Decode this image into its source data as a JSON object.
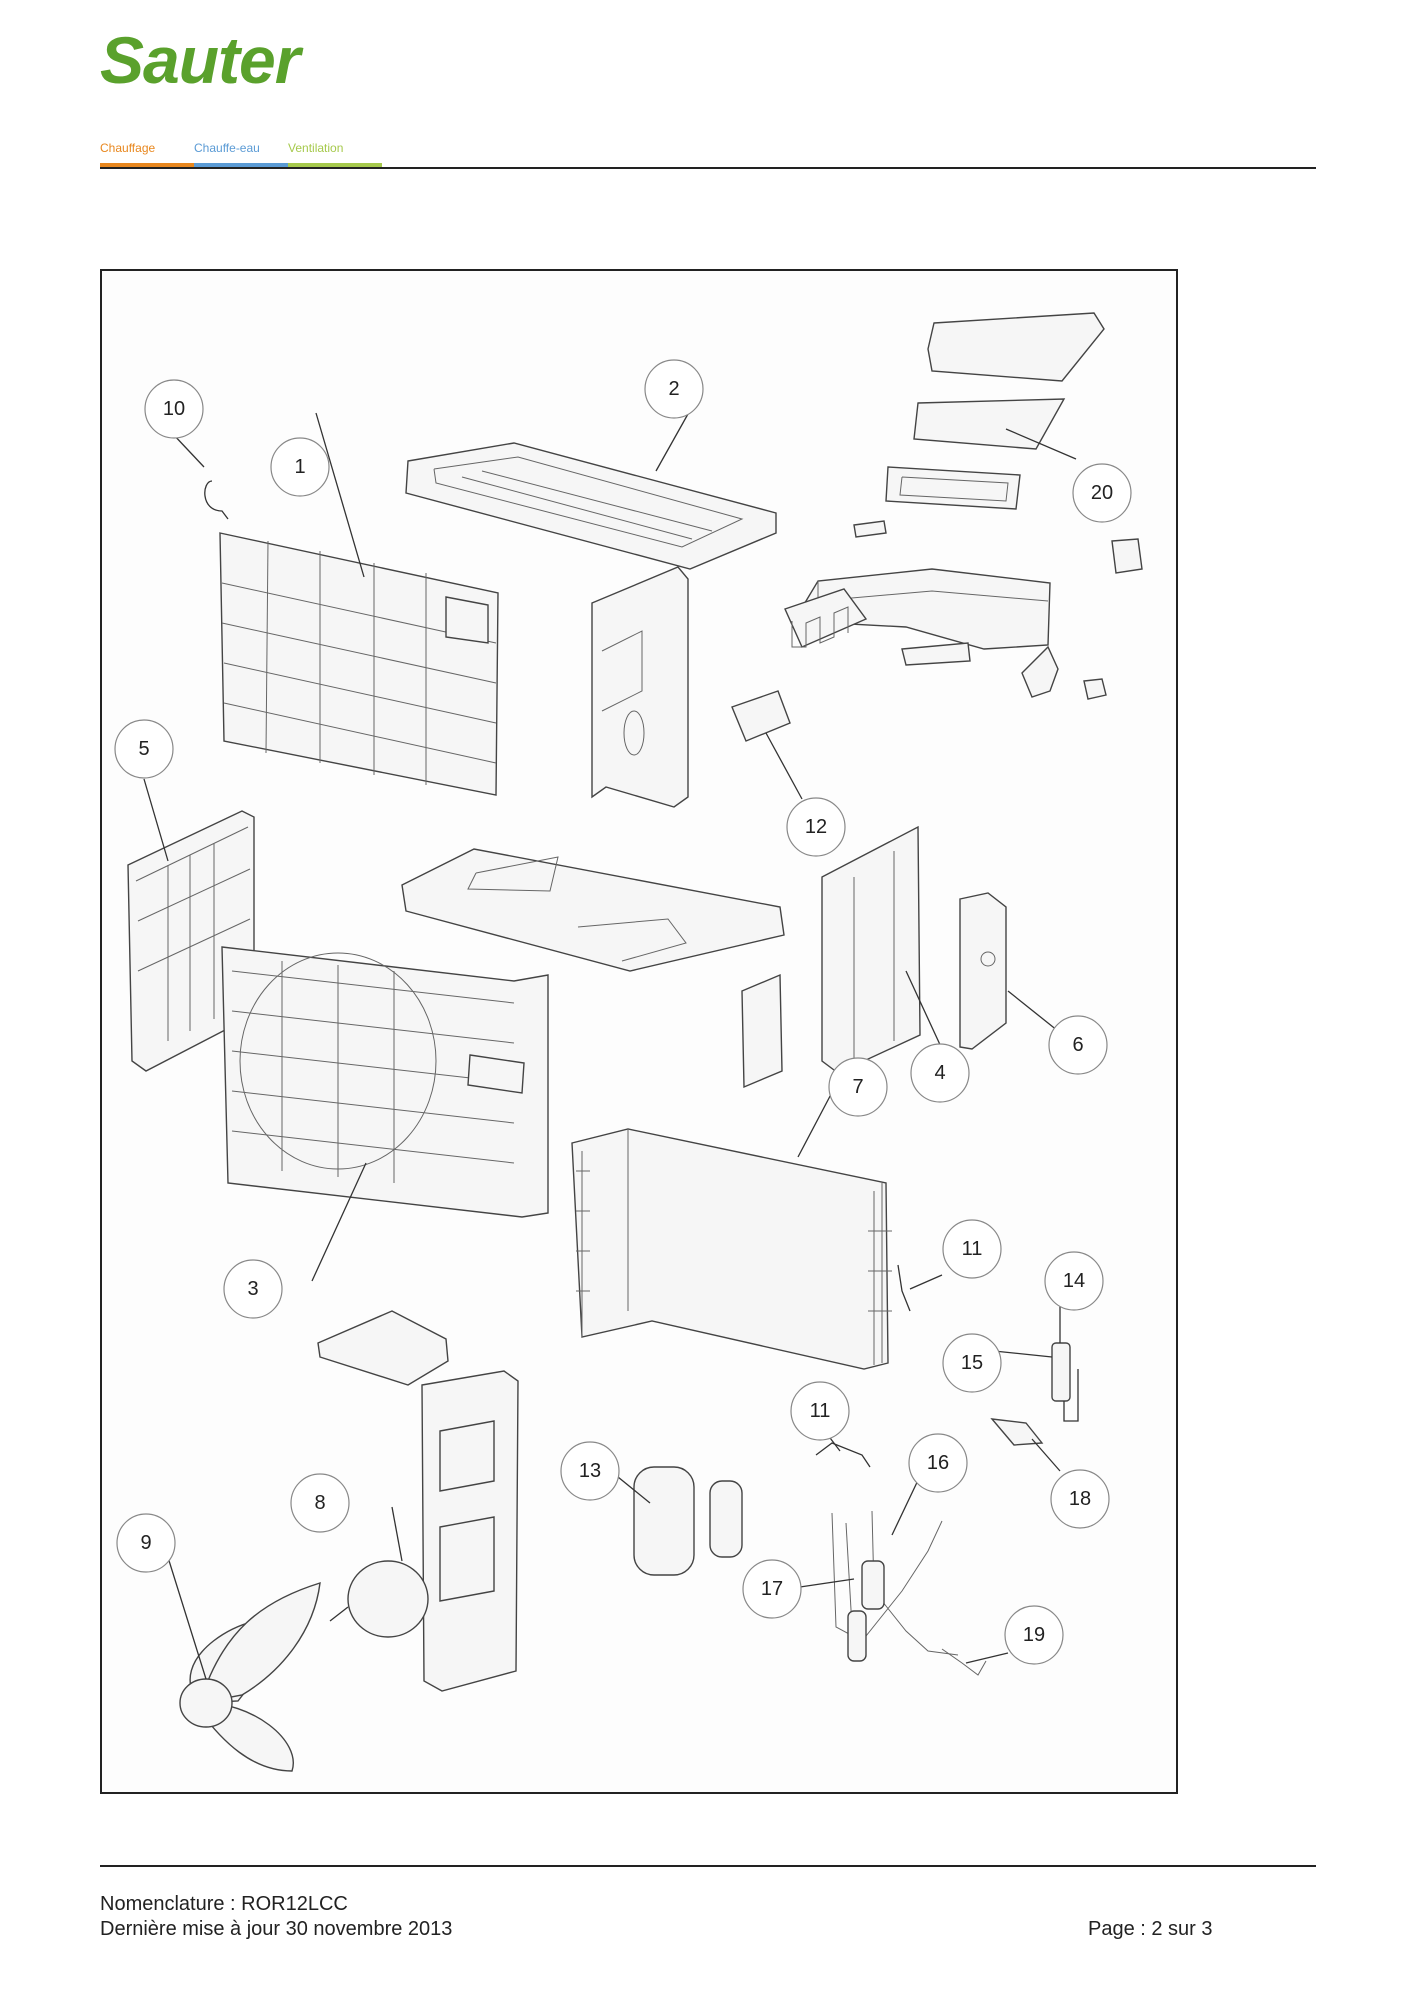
{
  "header": {
    "logo_text": "Sauter",
    "brand_color": "#5aa12c",
    "categories": [
      {
        "label": "Chauffage",
        "color": "#e8871e"
      },
      {
        "label": "Chauffe-eau",
        "color": "#5b9bd5"
      },
      {
        "label": "Ventilation",
        "color": "#a6c94c"
      }
    ]
  },
  "diagram": {
    "callouts": [
      "1",
      "2",
      "3",
      "4",
      "5",
      "6",
      "7",
      "8",
      "9",
      "10",
      "11",
      "11",
      "12",
      "13",
      "14",
      "15",
      "16",
      "17",
      "18",
      "19",
      "20"
    ]
  },
  "footer": {
    "nomenclature": "Nomenclature : ROR12LCC",
    "last_update": "Dernière mise à jour 30 novembre 2013",
    "page": "Page : 2 sur 3"
  }
}
